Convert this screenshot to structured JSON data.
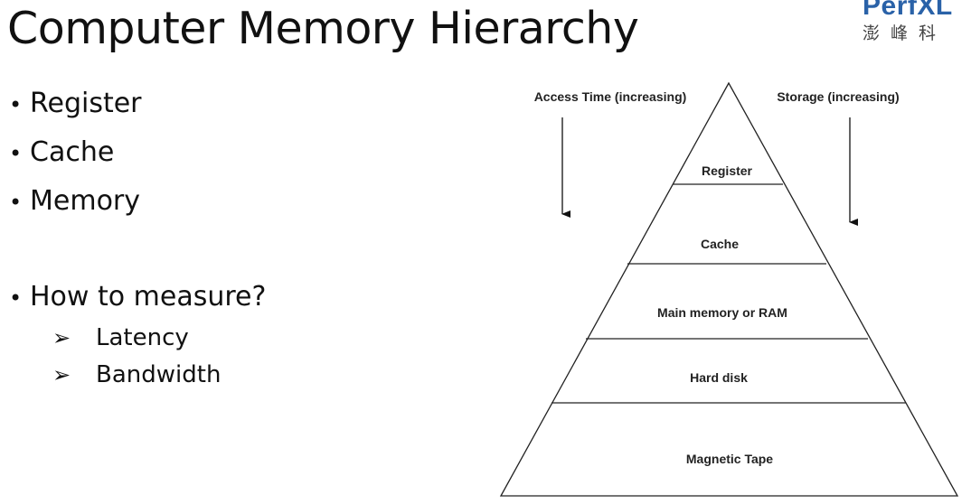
{
  "slide": {
    "title": "Computer Memory Hierarchy",
    "logo": {
      "latin": "PerfXL",
      "cjk": "澎峰科"
    },
    "bullets": [
      "Register",
      "Cache",
      "Memory",
      "How to measure?"
    ],
    "bullet_marker": "•",
    "sub_bullets": [
      "Latency",
      "Bandwidth"
    ],
    "sub_marker": "➢"
  },
  "diagram": {
    "left_label": "Access Time (increasing)",
    "right_label": "Storage (increasing)",
    "levels": [
      "Register",
      "Cache",
      "Main memory or RAM",
      "Hard disk",
      "Magnetic Tape"
    ]
  }
}
